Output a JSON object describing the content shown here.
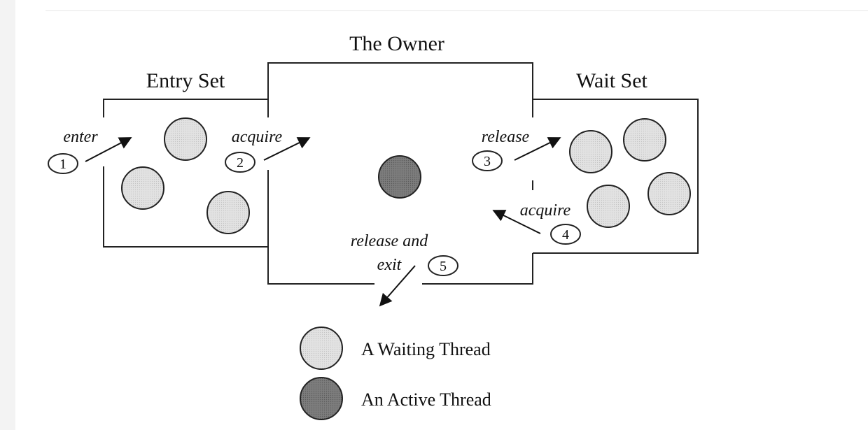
{
  "diagram": {
    "regions": {
      "owner": "The Owner",
      "entry_set": "Entry Set",
      "wait_set": "Wait Set"
    },
    "steps": [
      {
        "number": "1",
        "label": "enter"
      },
      {
        "number": "2",
        "label": "acquire"
      },
      {
        "number": "3",
        "label": "release"
      },
      {
        "number": "4",
        "label": "acquire"
      },
      {
        "number": "5",
        "label_line1": "release and",
        "label_line2": "exit"
      }
    ],
    "legend": {
      "waiting": "A Waiting Thread",
      "active": "An Active Thread"
    },
    "colors": {
      "waiting_thread": "#dcdcdc",
      "active_thread": "#7a7a7a",
      "stroke": "#222222"
    }
  }
}
